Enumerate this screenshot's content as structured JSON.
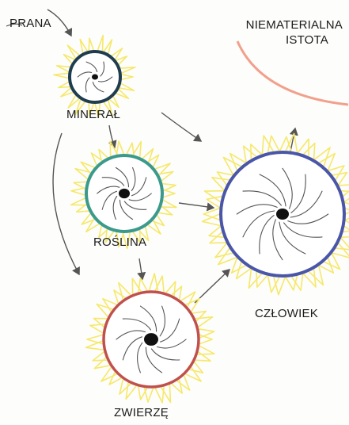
{
  "labels": {
    "prana": "PRANA",
    "immaterial_line1": "NIEMATERIALNA",
    "immaterial_line2": "ISTOTA",
    "mineral": "MINERAŁ",
    "plant": "ROŚLINA",
    "human": "CZŁOWIEK",
    "animal": "ZWIERZĘ"
  },
  "colors": {
    "rays": "#f6e86a",
    "mineral_ring": "#1f3d4f",
    "plant_ring": "#3b9a8c",
    "animal_ring": "#c0504d",
    "human_ring": "#4a56a8",
    "immaterial_ring": "#f2a08c",
    "arrows": "#555555",
    "core": "#111111"
  }
}
